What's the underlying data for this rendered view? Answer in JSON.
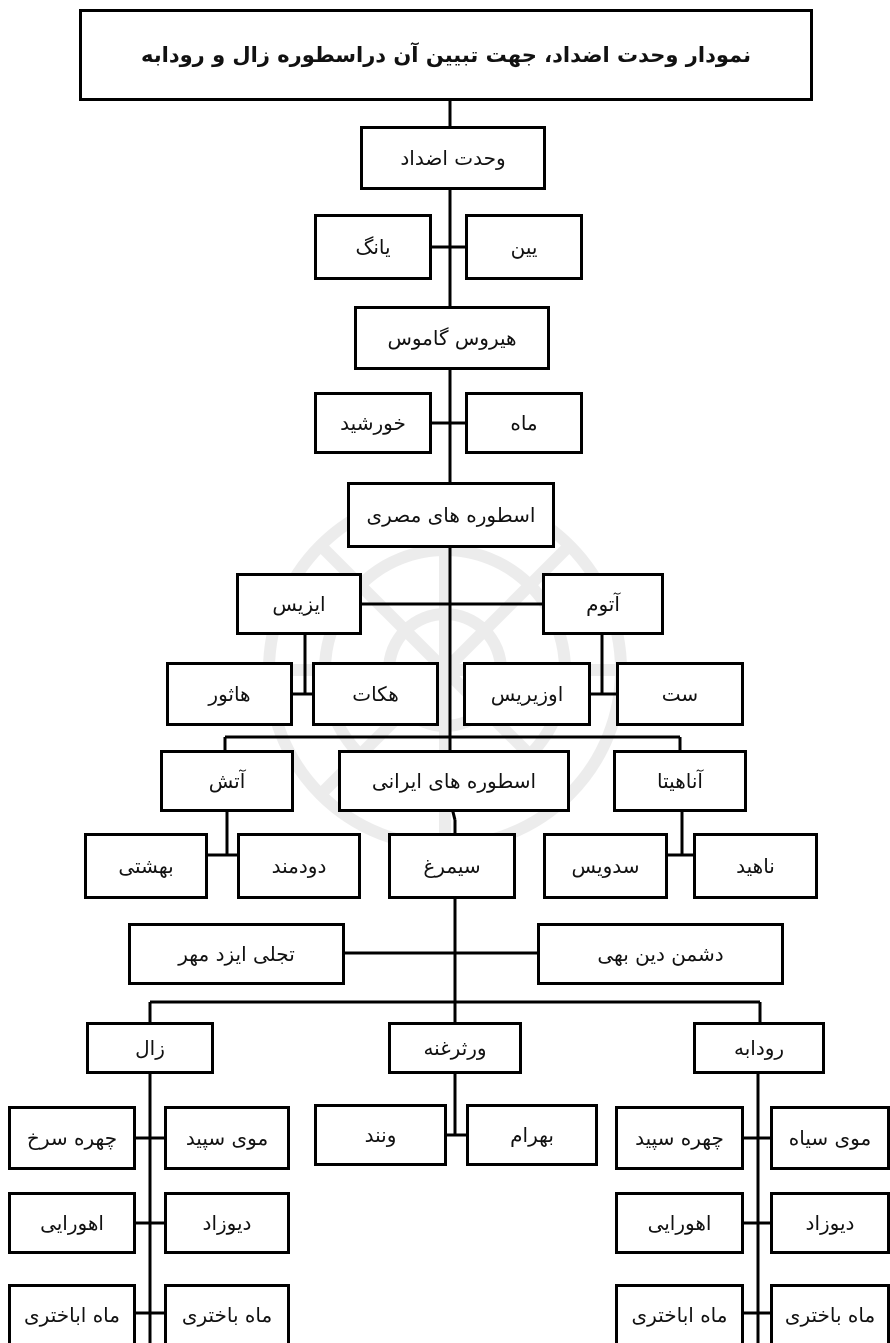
{
  "title": "نمودار وحدت اضداد، جهت تبیین آن دراسطوره زال و رودابه",
  "nodes": {
    "unity": "وحدت اضداد",
    "yang": "یانگ",
    "yin": "یین",
    "hieros": "هیروس گاموس",
    "sun": "خورشید",
    "moon": "ماه",
    "egypt": "اسطوره های مصری",
    "isis": "ایزیس",
    "atum": "آتوم",
    "hathor": "هاثور",
    "hekat": "هکات",
    "osiris": "اوزیریس",
    "set": "ست",
    "fire": "آتش",
    "iran": "اسطوره های ایرانی",
    "anahita": "آناهیتا",
    "heavenly": "بهشتی",
    "dudmand": "دودمند",
    "simorgh": "سیمرغ",
    "sedvis": "سدویس",
    "nahid": "ناهید",
    "mehr": "تجلی ایزد مهر",
    "enemy": "دشمن دین بهی",
    "zal": "زال",
    "verethragna": "ورثرغنه",
    "rudabeh": "رودابه",
    "red_face": "چهره سرخ",
    "white_hair": "موی سپید",
    "vanand": "ونند",
    "bahram": "بهرام",
    "white_face": "چهره سپید",
    "black_hair": "موی سیاه",
    "ahurayi_l": "اهورایی",
    "divzad_l": "دیوزاد",
    "ahurayi_r": "اهورایی",
    "divzad_r": "دیوزاد",
    "apakhtari_l": "ماه اباختری",
    "bakhtari_l": "ماه باختری",
    "apakhtari_r": "ماه اباختری",
    "bakhtari_r": "ماه باختری"
  }
}
